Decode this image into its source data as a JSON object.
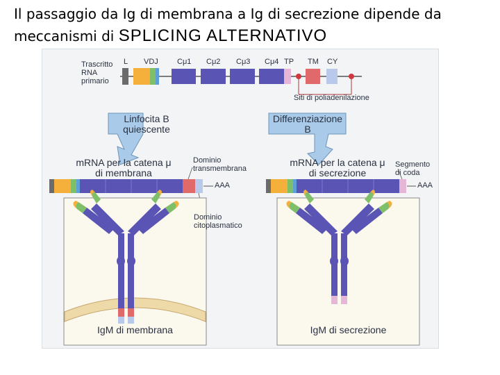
{
  "title": {
    "line1": "Il passaggio da Ig di membrana a Ig di secrezione dipende da",
    "line2_prefix": "meccanismi di",
    "line2_emph": "SPLICING ALTERNATIVO"
  },
  "diagram": {
    "transcript_label": [
      "Trascritto",
      "RNA",
      "primario"
    ],
    "exons": [
      "L",
      "VDJ",
      "Cμ1",
      "Cμ2",
      "Cμ3",
      "Cμ4",
      "TP",
      "TM",
      "CY"
    ],
    "poly_a_label": "Siti di poliadenilazione",
    "left_arrow_label": [
      "Linfocita B",
      "quiescente"
    ],
    "right_arrow_label": [
      "Differenziazione",
      "B"
    ],
    "left_mrna_label": [
      "mRNA per la catena μ",
      "di membrana"
    ],
    "right_mrna_label": [
      "mRNA per la catena μ",
      "di secrezione"
    ],
    "transmembrane_label": [
      "Dominio",
      "transmembrana"
    ],
    "tail_segment_label": [
      "Segmento",
      "di coda"
    ],
    "poly_a_tail": "AAA",
    "cytoplasmic_label": [
      "Dominio",
      "citoplasmatico"
    ],
    "left_caption": "IgM di membrana",
    "right_caption": "IgM di secrezione",
    "colors": {
      "leader": "#6b6b6b",
      "vdj_orange": "#f4b03a",
      "vdj_green": "#7fbf6a",
      "constant": "#5a55b5",
      "tm": "#e06a6a",
      "tail_pink": "#e7b6d6",
      "cy": "#b9c9ec",
      "arrow": "#a9cbe9",
      "membrane": "#eed9a8"
    }
  }
}
